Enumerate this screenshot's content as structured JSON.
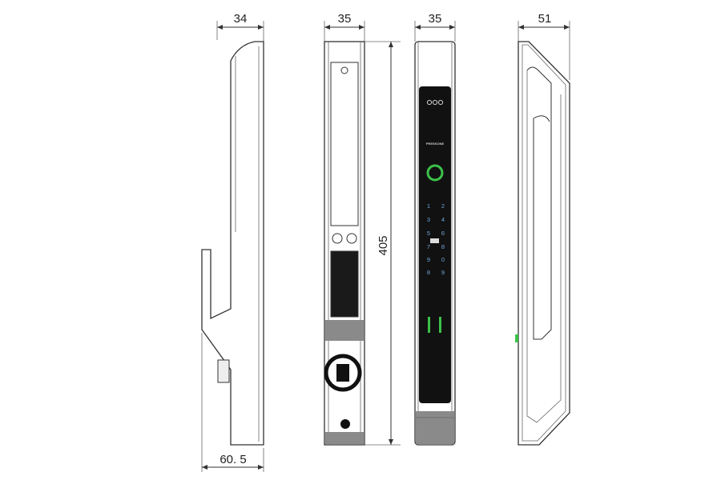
{
  "dimensions": {
    "side_view_depth": "34",
    "back_view_width": "35",
    "front_view_width": "35",
    "handle_view_depth": "51",
    "overall_height": "405",
    "handle_projection": "60. 5"
  },
  "front_panel": {
    "brand": "PRESKONE",
    "keypad": [
      "1",
      "2",
      "3",
      "4",
      "5",
      "6",
      "7",
      "8",
      "9",
      "0",
      "8",
      "9"
    ]
  },
  "colors": {
    "line": "#333333",
    "panel": "#111111",
    "accent_green": "#3cc24a",
    "key_blue": "#6fa6d8",
    "metal_gray": "#8a8a8a"
  }
}
